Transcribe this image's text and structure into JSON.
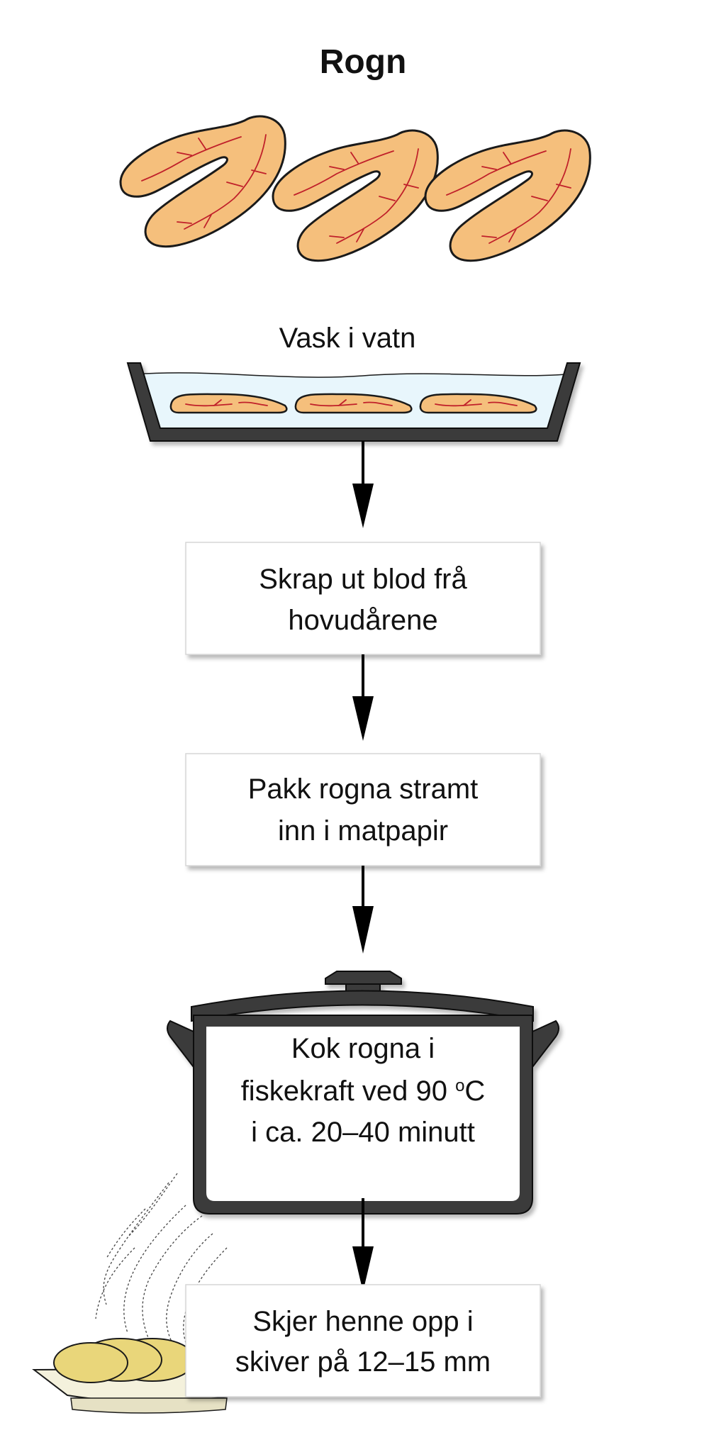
{
  "title": "Rogn",
  "steps": {
    "wash": {
      "label": "Vask i vatn"
    },
    "scrape": {
      "line1": "Skrap ut blod frå",
      "line2": "hovudårene"
    },
    "wrap": {
      "line1": "Pakk rogna stramt",
      "line2": "inn i matpapir"
    },
    "boil": {
      "line1": "Kok rogna i",
      "line2a": "fiskekraft ved 90 ",
      "line2_sup": "o",
      "line2b": "C",
      "line3": "i ca. 20–40 minutt"
    },
    "slice": {
      "line1": "Skjer henne opp i",
      "line2": "skiver på 12–15 mm"
    }
  },
  "colors": {
    "roe": "#f5bf7c",
    "vein": "#c0202a",
    "water": "#e8f6fc",
    "pot": "#3a3a3a",
    "slices": "#e9d67a",
    "plate": "#f4f1dc"
  }
}
